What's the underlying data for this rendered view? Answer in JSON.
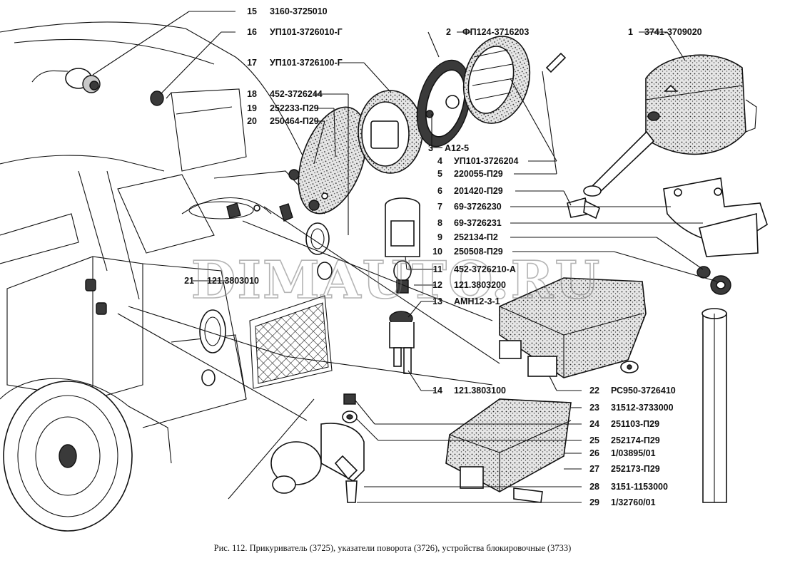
{
  "watermark": "DIMAUTO.RU",
  "caption": "Рис. 112. Прикуриватель (3725), указатели поворота (3726), устройства блокировочные (3733)",
  "callouts": [
    {
      "num": "1",
      "code": "3741-3709020"
    },
    {
      "num": "2",
      "code": "ФП124-3716203"
    },
    {
      "num": "3",
      "code": "A12-5"
    },
    {
      "num": "4",
      "code": "УП101-3726204"
    },
    {
      "num": "5",
      "code": "220055-П29"
    },
    {
      "num": "6",
      "code": "201420-П29"
    },
    {
      "num": "7",
      "code": "69-3726230"
    },
    {
      "num": "8",
      "code": "69-3726231"
    },
    {
      "num": "9",
      "code": "252134-П2"
    },
    {
      "num": "10",
      "code": "250508-П29"
    },
    {
      "num": "11",
      "code": "452-3726210-А"
    },
    {
      "num": "12",
      "code": "121.3803200"
    },
    {
      "num": "13",
      "code": "АМН12-3-1"
    },
    {
      "num": "14",
      "code": "121.3803100"
    },
    {
      "num": "15",
      "code": "3160-3725010"
    },
    {
      "num": "16",
      "code": "УП101-3726010-Г"
    },
    {
      "num": "17",
      "code": "УП101-3726100-Г"
    },
    {
      "num": "18",
      "code": "452-3726244"
    },
    {
      "num": "19",
      "code": "252233-П29"
    },
    {
      "num": "20",
      "code": "250464-П29"
    },
    {
      "num": "21",
      "code": "121.3803010"
    },
    {
      "num": "22",
      "code": "РС950-3726410"
    },
    {
      "num": "23",
      "code": "31512-3733000"
    },
    {
      "num": "24",
      "code": "251103-П29"
    },
    {
      "num": "25",
      "code": "252174-П29"
    },
    {
      "num": "26",
      "code": "1/03895/01"
    },
    {
      "num": "27",
      "code": "252173-П29"
    },
    {
      "num": "28",
      "code": "3151-1153000"
    },
    {
      "num": "29",
      "code": "1/32760/01"
    }
  ]
}
